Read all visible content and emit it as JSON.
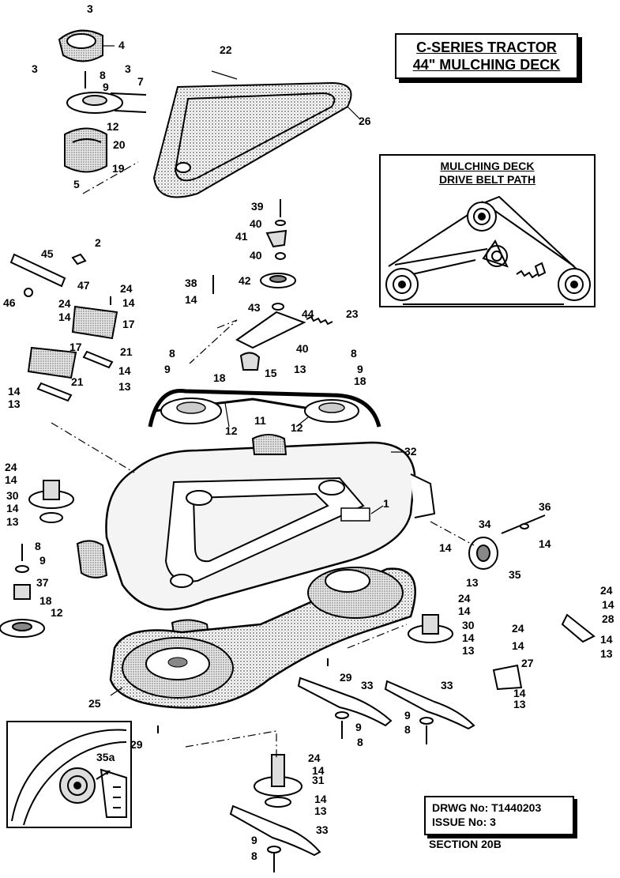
{
  "title": {
    "line1": "C-SERIES TRACTOR",
    "line2": "44\" MULCHING DECK"
  },
  "inset": {
    "line1": "MULCHING DECK",
    "line2": "DRIVE BELT PATH"
  },
  "drawing": {
    "number": "DRWG No: T1440203",
    "issue": "ISSUE No: 3",
    "section": "SECTION  20B"
  },
  "callouts": {
    "c1": "1",
    "c2": "2",
    "c3a": "3",
    "c3b": "3",
    "c3c": "3",
    "c4": "4",
    "c5": "5",
    "c7": "7",
    "c8a": "8",
    "c8b": "8",
    "c8c": "8",
    "c8d": "8",
    "c8e": "8",
    "c8f": "8",
    "c9a": "9",
    "c9b": "9",
    "c9c": "9",
    "c9d": "9",
    "c9e": "9",
    "c9f": "9",
    "c11": "11",
    "c12a": "12",
    "c12b": "12",
    "c12c": "12",
    "c12d": "12",
    "c13a": "13",
    "c13b": "13",
    "c13c": "13",
    "c13d": "13",
    "c13e": "13",
    "c13f": "13",
    "c13g": "13",
    "c13h": "13",
    "c13i": "13",
    "c13j": "13",
    "c14a": "14",
    "c14b": "14",
    "c14c": "14",
    "c14d": "14",
    "c14e": "14",
    "c14f": "14",
    "c14g": "14",
    "c14h": "14",
    "c14i": "14",
    "c14j": "14",
    "c14k": "14",
    "c14l": "14",
    "c14m": "14",
    "c14n": "14",
    "c14o": "14",
    "c14p": "14",
    "c15": "15",
    "c17a": "17",
    "c17b": "17",
    "c18a": "18",
    "c18b": "18",
    "c18c": "18",
    "c19": "19",
    "c20": "20",
    "c21a": "21",
    "c21b": "21",
    "c22": "22",
    "c23": "23",
    "c24a": "24",
    "c24b": "24",
    "c24c": "24",
    "c24d": "24",
    "c24e": "24",
    "c24f": "24",
    "c24g": "24",
    "c25": "25",
    "c26": "26",
    "c27": "27",
    "c28": "28",
    "c29a": "29",
    "c29b": "29",
    "c30a": "30",
    "c30b": "30",
    "c31": "31",
    "c32": "32",
    "c33a": "33",
    "c33b": "33",
    "c33c": "33",
    "c34": "34",
    "c35": "35",
    "c35a": "35a",
    "c36": "36",
    "c37": "37",
    "c38": "38",
    "c39": "39",
    "c40a": "40",
    "c40b": "40",
    "c40c": "40",
    "c41": "41",
    "c42": "42",
    "c43": "43",
    "c44": "44",
    "c45": "45",
    "c46": "46",
    "c47": "47"
  }
}
